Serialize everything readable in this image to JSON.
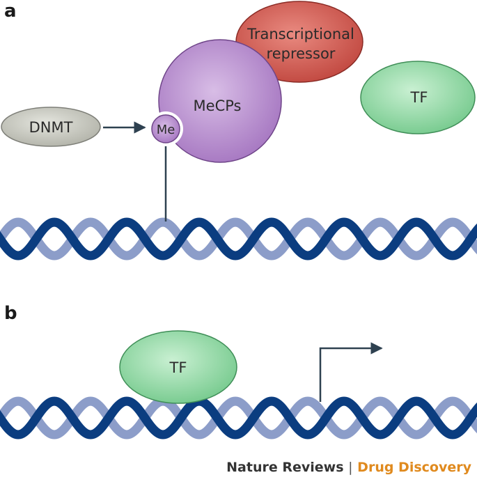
{
  "panels": {
    "a": {
      "letter": "a",
      "dnmt_label": "DNMT",
      "methyl_label": "Me",
      "mecps_label": "MeCPs",
      "repressor_label_line1": "Transcriptional",
      "repressor_label_line2": "repressor",
      "tf_label": "TF"
    },
    "b": {
      "letter": "b",
      "tf_label": "TF"
    }
  },
  "credit": {
    "journal": "Nature Reviews",
    "separator": "|",
    "section": "Drug Discovery"
  },
  "colors": {
    "dna_dark": "#0b3d80",
    "dna_light": "#8c9dc9",
    "dnmt": "#c3c4bb",
    "mecps": "#b58ccd",
    "repressor": "#cc5048",
    "tf": "#8ed8a4",
    "arrow": "#2e4150",
    "credit_accent": "#e08a1e"
  }
}
